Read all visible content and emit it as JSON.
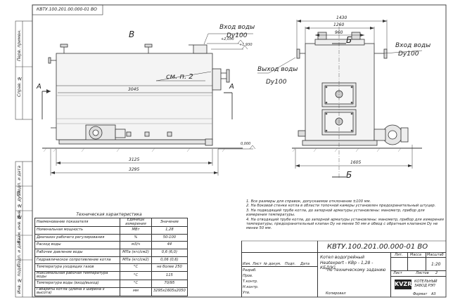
{
  "stamp_top": "КВТУ.100.201.00.000-01 ВО",
  "left_strip": {
    "top_labels": [
      "Перв. примен.",
      "Справ. №"
    ],
    "bottom_labels": [
      "Подп. и дата",
      "Инв. № дубл.",
      "Взам. инв. №",
      "Подп. и дата",
      "Инв. № подл."
    ]
  },
  "front_view": {
    "view_letter": "В",
    "section_letter_left": "А",
    "section_letter_right": "А",
    "note_ref": "см. п. 2",
    "dims": {
      "length_inner": "3045",
      "length_mid": "3125",
      "length_total": "3295",
      "elev_top": "+2,050",
      "elev_mid": "+1,930",
      "elev_zero": "0,000"
    },
    "inlet_label": "Вход воды",
    "inlet_dn": "Dy100"
  },
  "side_view": {
    "view_letter": "Б",
    "section_letter_bottom": "Б",
    "dims": {
      "width_total": "1430",
      "width_a": "1260",
      "width_b": "960",
      "width_base": "1605"
    },
    "inlet_label": "Вход воды",
    "inlet_dn": "Dy100",
    "outlet_label": "Выход воды",
    "outlet_dn": "Dy100"
  },
  "spec_table": {
    "title": "Техническая характеристика",
    "headers": [
      "Наименование показателя",
      "Единицы измерения",
      "Значение"
    ],
    "rows": [
      [
        "Номинальная мощность",
        "МВт",
        "1,28"
      ],
      [
        "Диапазон рабочего регулирования",
        "%",
        "50-100"
      ],
      [
        "Расход воды",
        "м3/ч",
        "44"
      ],
      [
        "Рабочее давление воды",
        "МПа (кгс/см2)",
        "0,6 (6,0)"
      ],
      [
        "Гидравлическое сопротивление котла",
        "МПа (кгс/см2)",
        "0,06 (0,6)"
      ],
      [
        "Температура уходящих газов",
        "°С",
        "не более 250"
      ],
      [
        "Максимальная рабочая температура воды",
        "°С",
        "115"
      ],
      [
        "Температура воды (вход/выход)",
        "°С",
        "70/95"
      ],
      [
        "Габариты котла (длина х ширина х высота)",
        "мм",
        "3295х1605х2050"
      ]
    ]
  },
  "notes": [
    "1. Все размеры для справок, допускаемое отклонение ±100 мм.",
    "2. На боковой стенке котла в области топочной камеры установлен предохранительный штуцер.",
    "3. На подводящий трубе котла, до запорной арматуры установлены: манометр, прибор для измерения температуры.",
    "4. На отводящий трубе котла, до запорной арматуры установлены: манометр, прибор для измерения температуры, предохранительный клапан Dy не менее 50 мм и обвод с обратным клапаном Dy не менее 50 мм."
  ],
  "title_block": {
    "doc_code": "КВТУ.100.201.00.000-01 ВО",
    "product_name": "Котел водогрейный Heatexpert - КВр - 1,28 - КБД(К)",
    "product_sub": "по техническому заданию",
    "rows_left": [
      "Изм.",
      "Лист",
      "№ докум.",
      "Подп.",
      "Дата"
    ],
    "roles": [
      "Разраб.",
      "Пров.",
      "Т.контр.",
      "Н.контр.",
      "Утв."
    ],
    "cols": [
      "Лит.",
      "Масса",
      "Масштаб"
    ],
    "scale": "1:20",
    "sheet_label": "Лист",
    "sheets_label": "Листов",
    "sheets_value": "2",
    "company_logo": "KVZR",
    "company_text": "КОТЕЛЬНЫЙ ЗАВОД РЭП",
    "format_label": "Формат",
    "format_value": "А3",
    "copied_label": "Копировал"
  }
}
